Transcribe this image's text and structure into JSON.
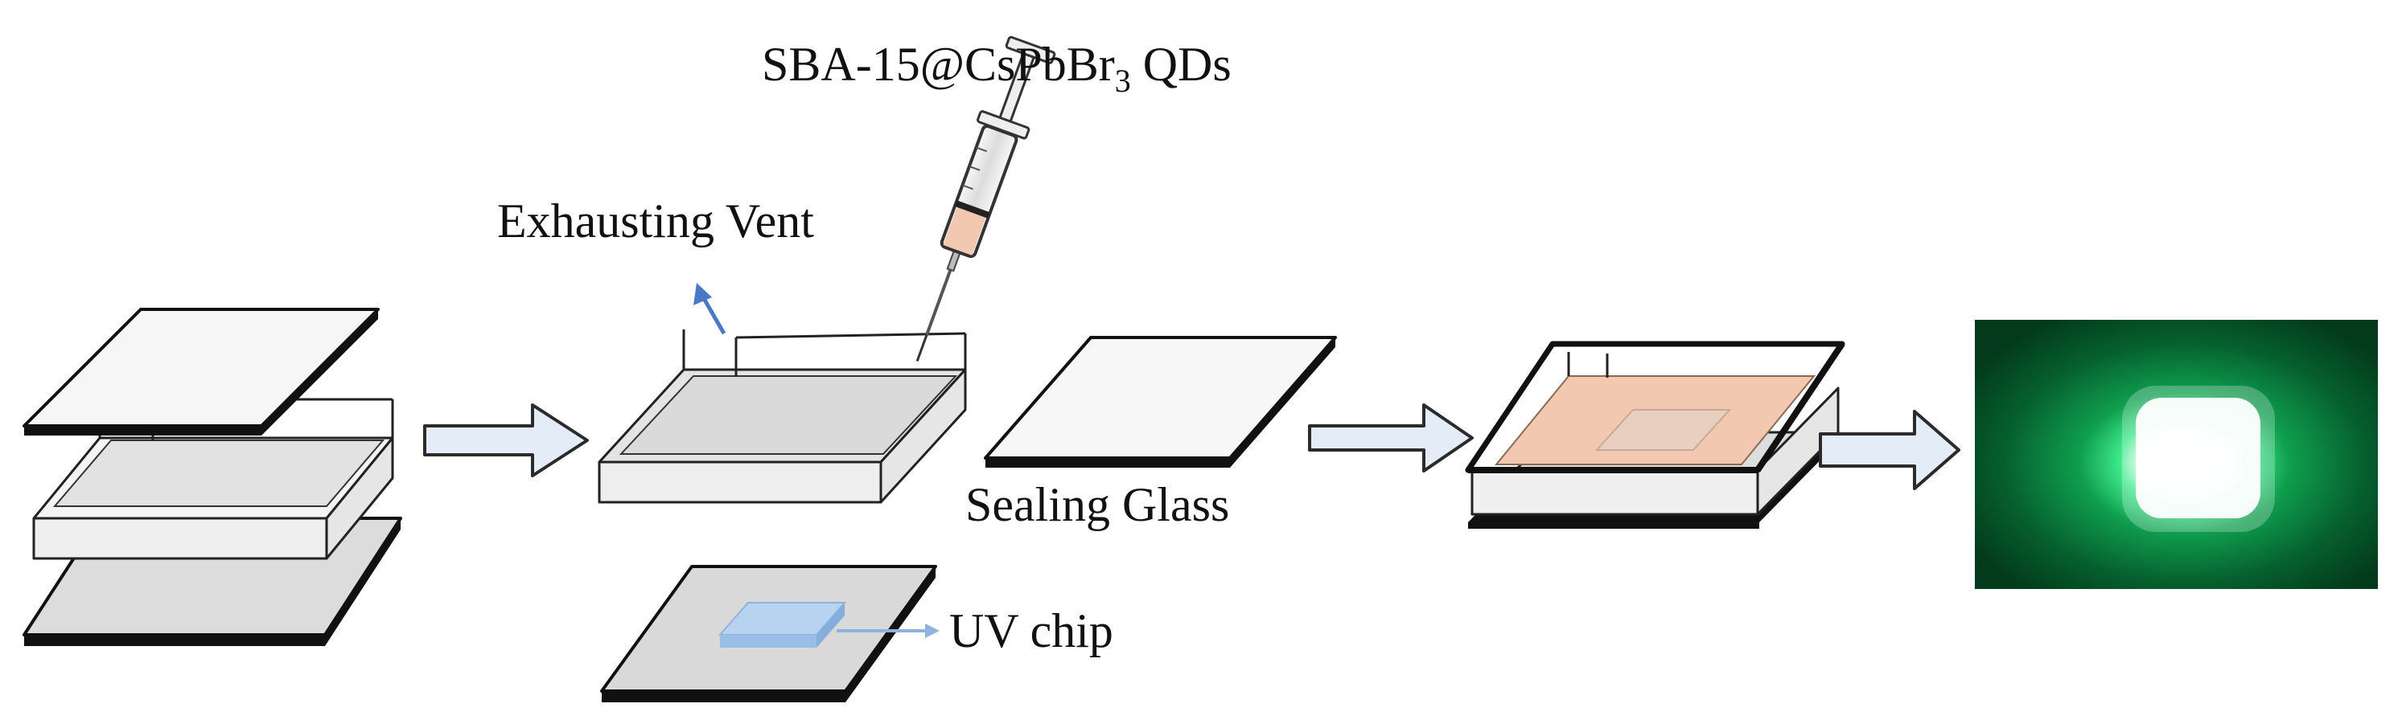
{
  "labels": {
    "qd_prefix": "SBA-15@CsPbBr",
    "qd_subscript": "3",
    "qd_suffix": " QDs",
    "exhausting_vent": "Exhausting Vent",
    "sealing_glass": "Sealing Glass",
    "uv_chip": "UV chip"
  },
  "colors": {
    "outline": "#111111",
    "glass_fill": "#f3f3f3",
    "frame_fill": "#e6e6e6",
    "qd_solution": "#f2c9b0",
    "uv_chip": "#a9c8ec",
    "flow_arrow": "#e3ecf7",
    "vent_arrow": "#4a78c8",
    "glow_green": "#00a050",
    "glow_core": "#ffffff"
  },
  "icons": {
    "flow_arrow": "right-arrow-icon",
    "syringe": "syringe-icon",
    "vent": "up-left-arrow-icon"
  }
}
